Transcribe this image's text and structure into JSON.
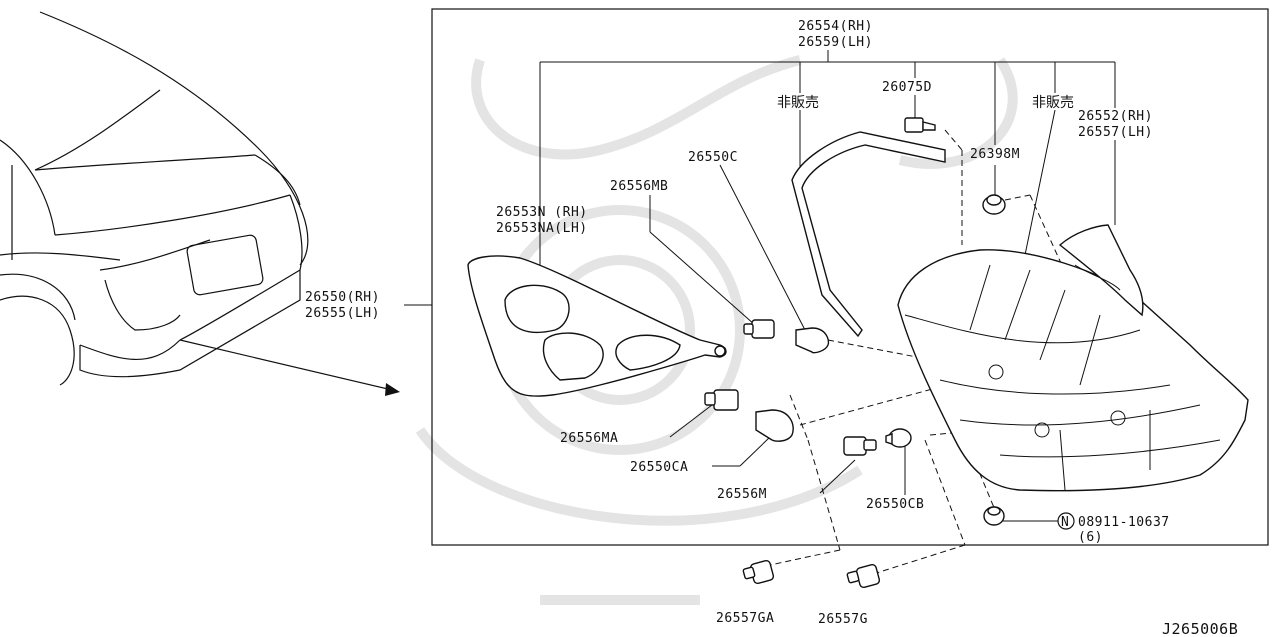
{
  "diagram": {
    "diagram_id": "J265006B",
    "callouts": {
      "lamp_assy_rh": "26550(RH)",
      "lamp_assy_lh": "26555(LH)",
      "lens_rh": "26554(RH)",
      "lens_lh": "26559(LH)",
      "not_sold_1": "非販売",
      "not_sold_2": "非販売",
      "clip_d": "26075D",
      "screw_m": "26398M",
      "housing_rh": "26552(RH)",
      "housing_lh": "26557(LH)",
      "bulb_c": "26550C",
      "socket_mb": "26556MB",
      "reflector_rh": "26553N (RH)",
      "reflector_lh": "26553NA(LH)",
      "socket_ma": "26556MA",
      "bulb_ca": "26550CA",
      "socket_m": "26556M",
      "bulb_cb": "26550CB",
      "nut_symbol": "N",
      "nut_part": "08911-10637",
      "nut_qty": "(6)",
      "grommet_ga": "26557GA",
      "grommet_g": "26557G"
    }
  }
}
